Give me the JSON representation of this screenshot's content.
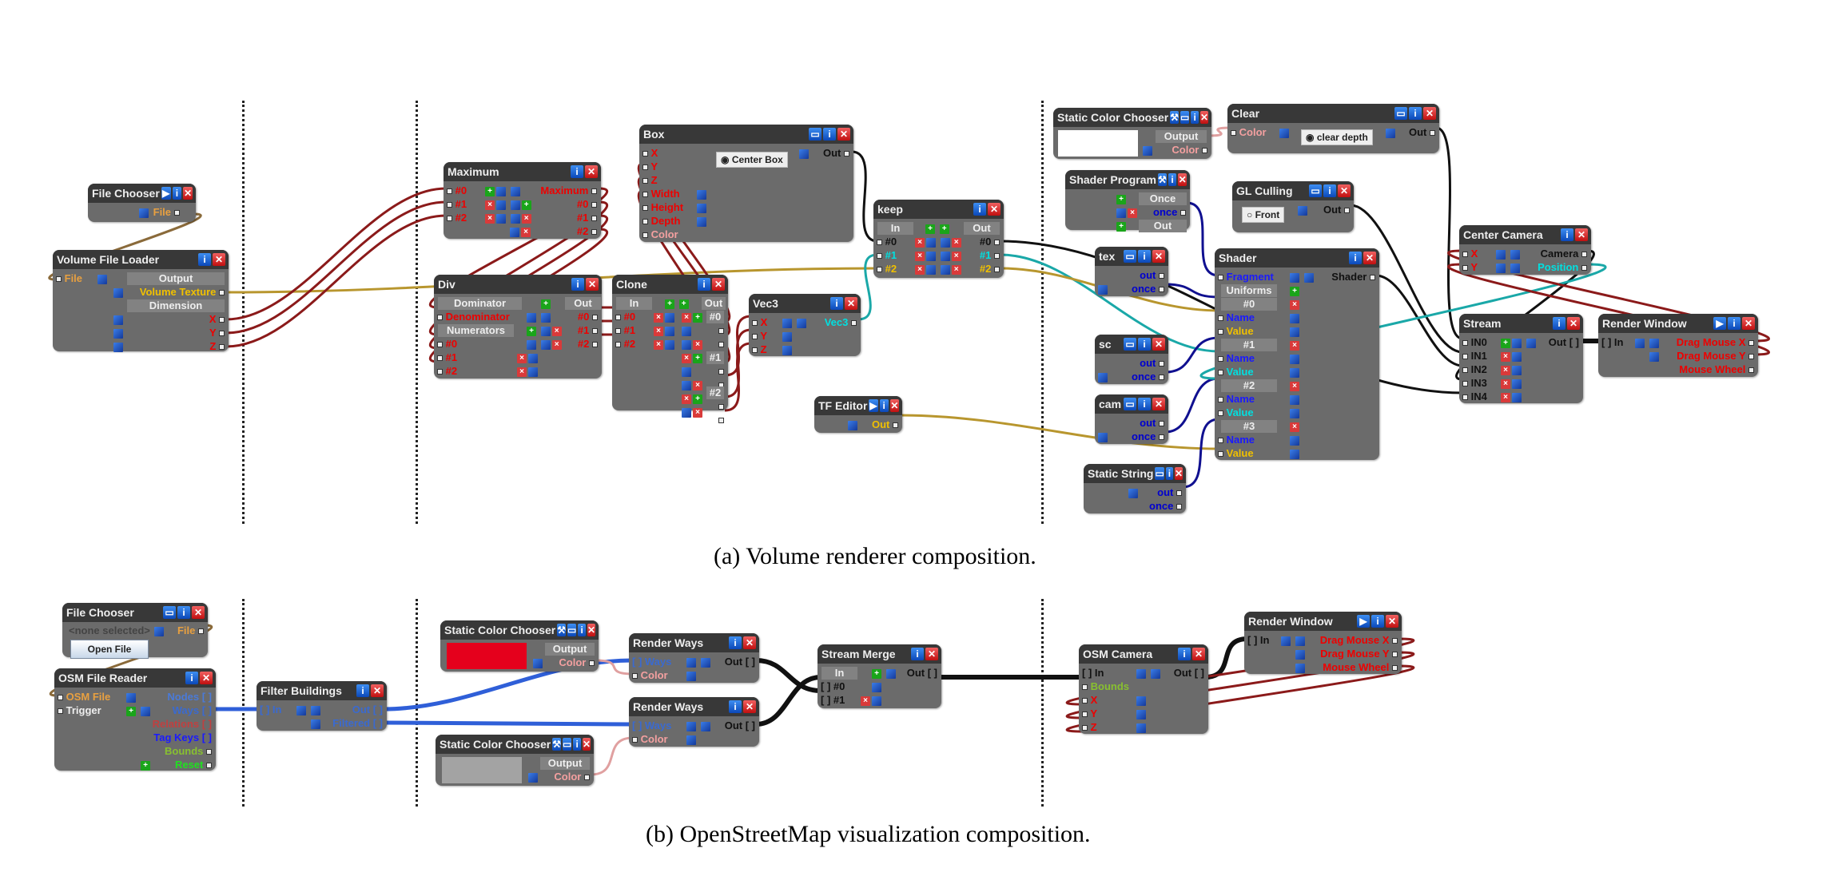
{
  "colors": {
    "node_body": "#6b6b6b",
    "node_header": "#383838",
    "wire_red": "#8b1a1a",
    "wire_gold": "#b8962e",
    "wire_black": "#111111",
    "wire_cyan": "#1aa8a8",
    "wire_navy": "#101090",
    "wire_blue": "#2f5fd8",
    "wire_pink": "#e0a0a0",
    "wire_brown": "#8a6a3a"
  },
  "captions": {
    "a": "(a)  Volume renderer composition.",
    "b": "(b)  OpenStreetMap visualization composition."
  },
  "volume": {
    "file_chooser": {
      "title": "File Chooser",
      "out": "File"
    },
    "volume_file_loader": {
      "title": "Volume File Loader",
      "in": "File",
      "sect_output": "Output",
      "volume_texture": "Volume Texture",
      "sect_dimension": "Dimension",
      "x": "X",
      "y": "Y",
      "z": "Z"
    },
    "maximum": {
      "title": "Maximum",
      "in": [
        "#0",
        "#1",
        "#2"
      ],
      "out": [
        "Maximum",
        "#0",
        "#1",
        "#2"
      ]
    },
    "div": {
      "title": "Div",
      "sect_dominator": "Dominator",
      "denominator": "Denominator",
      "sect_numerators": "Numerators",
      "numerators": [
        "#0",
        "#1",
        "#2"
      ],
      "sect_out": "Out",
      "out": [
        "#0",
        "#1",
        "#2"
      ]
    },
    "clone": {
      "title": "Clone",
      "sect_in": "In",
      "in": [
        "#0",
        "#1",
        "#2"
      ],
      "sect_out": "Out",
      "out_groups": [
        "#0",
        "#1",
        "#2"
      ]
    },
    "box": {
      "title": "Box",
      "in": [
        "X",
        "Y",
        "Z",
        "Width",
        "Height",
        "Depth",
        "Color"
      ],
      "checkbox": "Center Box",
      "out": "Out"
    },
    "keep": {
      "title": "keep",
      "sect_in": "In",
      "sect_out": "Out",
      "in": [
        "#0",
        "#1",
        "#2"
      ],
      "out": [
        "#0",
        "#1",
        "#2"
      ]
    },
    "vec3": {
      "title": "Vec3",
      "in": [
        "X",
        "Y",
        "Z"
      ],
      "out": "Vec3"
    },
    "tf_editor": {
      "title": "TF Editor",
      "out": "Out"
    },
    "static_color_chooser": {
      "title": "Static Color Chooser",
      "sect_output": "Output",
      "out": "Color",
      "swatch": "#ffffff"
    },
    "shader_program": {
      "title": "Shader Program",
      "sect_once": "Once",
      "once": "once",
      "sect_out": "Out"
    },
    "clear": {
      "title": "Clear",
      "in": "Color",
      "checkbox": "clear depth",
      "out": "Out"
    },
    "gl_culling": {
      "title": "GL Culling",
      "radio": "Front",
      "out": "Out"
    },
    "tex": {
      "title": "tex",
      "out": "out",
      "once": "once"
    },
    "sc": {
      "title": "sc",
      "out": "out",
      "once": "once"
    },
    "cam": {
      "title": "cam",
      "out": "out",
      "once": "once"
    },
    "static_string": {
      "title": "Static String",
      "out": "out",
      "once": "once"
    },
    "shader": {
      "title": "Shader",
      "fragment": "Fragment",
      "sect_uniforms": "Uniforms",
      "uniforms": [
        {
          "label": "#0",
          "name": "Name",
          "value": "Value"
        },
        {
          "label": "#1",
          "name": "Name",
          "value": "Value"
        },
        {
          "label": "#2",
          "name": "Name",
          "value": "Value"
        },
        {
          "label": "#3",
          "name": "Name",
          "value": "Value"
        }
      ],
      "out": "Shader"
    },
    "center_camera": {
      "title": "Center Camera",
      "in": [
        "X",
        "Y"
      ],
      "out": [
        "Camera",
        "Position"
      ]
    },
    "stream": {
      "title": "Stream",
      "in": [
        "IN0",
        "IN1",
        "IN2",
        "IN3",
        "IN4"
      ],
      "out": "Out [ ]"
    },
    "render_window": {
      "title": "Render Window",
      "in": "[ ] In",
      "out": [
        "Drag Mouse X",
        "Drag Mouse Y",
        "Mouse Wheel"
      ]
    }
  },
  "osm": {
    "file_chooser": {
      "title": "File Chooser",
      "placeholder": "<none selected>",
      "button": "Open File",
      "out": "File"
    },
    "osm_file_reader": {
      "title": "OSM File Reader",
      "in": [
        "OSM File",
        "Trigger"
      ],
      "out": [
        "Nodes [ ]",
        "Ways [ ]",
        "Relations [ ]",
        "Tag Keys [ ]",
        "Bounds",
        "Reset"
      ]
    },
    "filter_buildings": {
      "title": "Filter Buildings",
      "in": "[ ] In",
      "out": [
        "Out [ ]",
        "Filtered [ ]"
      ]
    },
    "static_color_chooser_1": {
      "title": "Static Color Chooser",
      "sect_output": "Output",
      "out": "Color",
      "swatch": "#e5001c"
    },
    "static_color_chooser_2": {
      "title": "Static Color Chooser",
      "sect_output": "Output",
      "out": "Color",
      "swatch": "#a3a3a3"
    },
    "render_ways_1": {
      "title": "Render Ways",
      "in": [
        "[ ] Ways",
        "Color"
      ],
      "out": "Out [ ]"
    },
    "render_ways_2": {
      "title": "Render Ways",
      "in": [
        "[ ] Ways",
        "Color"
      ],
      "out": "Out [ ]"
    },
    "stream_merge": {
      "title": "Stream Merge",
      "sect_in": "In",
      "in": [
        "[ ] #0",
        "[ ] #1"
      ],
      "out": "Out [ ]"
    },
    "osm_camera": {
      "title": "OSM Camera",
      "in": [
        "[ ] In",
        "Bounds",
        "X",
        "Y",
        "Z"
      ],
      "out": "Out [ ]"
    },
    "render_window": {
      "title": "Render Window",
      "in": "[ ] In",
      "out": [
        "Drag Mouse X",
        "Drag Mouse Y",
        "Mouse Wheel"
      ]
    }
  }
}
